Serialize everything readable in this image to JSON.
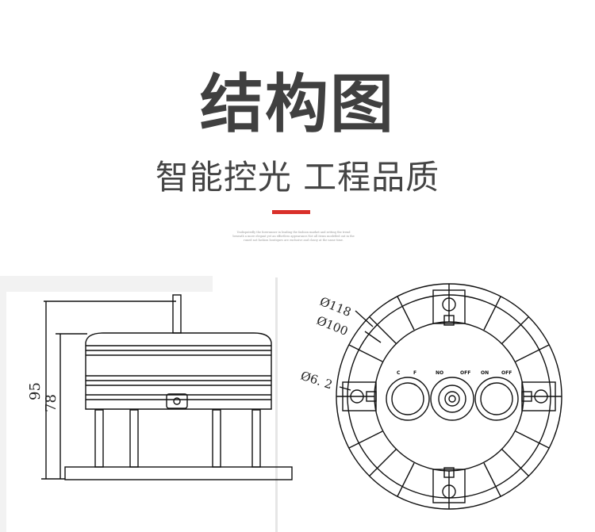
{
  "header": {
    "title": "结构图",
    "subtitle": "智能控光 工程品质",
    "fine_print_line1": "Undisputedly the forerunner in leading the fashion market and setting the trend",
    "fine_print_line2": "beneath a more elegant yet an effortless appearance.Not all items modelled out in the",
    "fine_print_line3": "runed not fashion boutiques are exclusive and classy at the same time."
  },
  "side_view": {
    "dim_overall": "95",
    "dim_body": "78"
  },
  "top_view": {
    "dim_outer": "Ø118",
    "dim_inner": "Ø100",
    "dim_hole": "Ø6. 2",
    "switch_labels": [
      "C",
      "F",
      "NO",
      "OFF",
      "ON",
      "OFF"
    ]
  },
  "colors": {
    "accent": "#d9302a",
    "title": "#404040",
    "line": "#111111"
  }
}
